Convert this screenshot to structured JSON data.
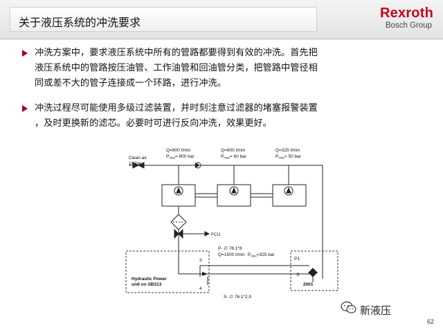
{
  "slide": {
    "title": "关于液压系统的冲洗要求",
    "logo": {
      "main": "Rexroth",
      "sub": "Bosch Group"
    },
    "bullets": [
      {
        "lines": [
          "冲洗方案中，要求液压系统中所有的管路都要得到有效的冲洗。首先把",
          "液压系统中的管路按压油管、工作油管和回油管分类，把管路中管径相",
          "同或差不大的管子连接成一个环路，进行冲洗。"
        ]
      },
      {
        "lines": [
          "冲洗过程尽可能使用多级过滤装置，并时刻注意过滤器的堵塞报警装置",
          "，及时更换新的滤芯。必要时可进行反向冲洗，效果更好。"
        ]
      }
    ],
    "page_number": "62",
    "watermark": "新液压"
  },
  "diagram": {
    "clean_air": [
      "Clean air",
      "14 bar"
    ],
    "flow_labels": [
      {
        "q": "Q=800 l/min",
        "p_sym": "P",
        "p_sub": "max",
        "p_val": "= 800 bar"
      },
      {
        "q": "Q=800 l/min",
        "p_sym": "P",
        "p_sub": "max",
        "p_val": "= 60 bar"
      },
      {
        "q": "Q=325 l/min",
        "p_sym": "P",
        "p_sub": "max",
        "p_val": "= 50 bar"
      }
    ],
    "fcu": "FCU",
    "pipe_p": "P- ∅ 76.1*8",
    "pipe_q": "Q=1500 l/min",
    "pipe_pmax_sym": "P",
    "pipe_pmax_sub": "max",
    "pipe_pmax_val": "=325 bar",
    "power_unit": [
      "Hydraulic Power",
      "unit on SB313"
    ],
    "port_3": "3",
    "port_4": "4",
    "pipe_s": "S- ∅ 76.1*2.9",
    "box_p1": "P1",
    "box_s": "S",
    "box_id": "2001"
  }
}
